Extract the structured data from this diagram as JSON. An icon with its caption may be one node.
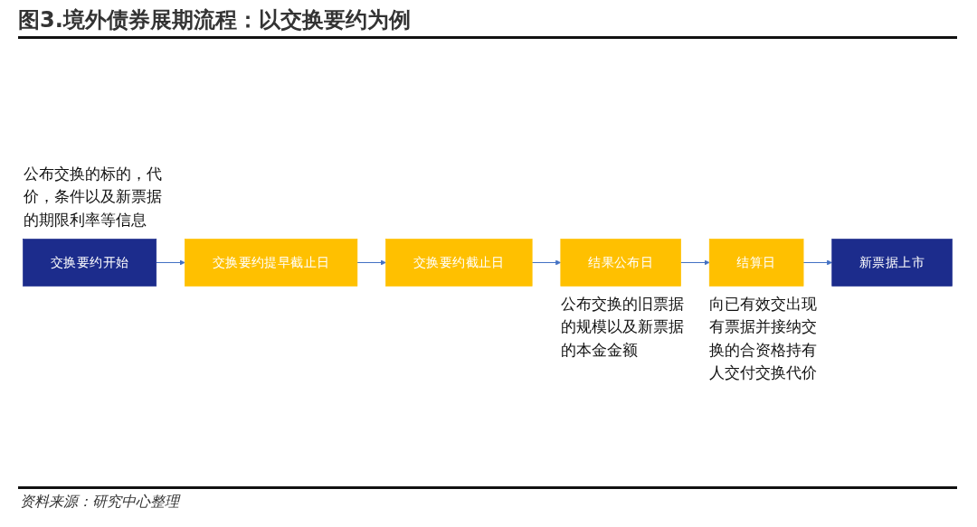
{
  "diagram": {
    "title": "图3.境外债券展期流程：以交换要约为例",
    "caption": "资料来源：研究中心整理",
    "nodes": [
      {
        "text": [
          "交换要约开始"
        ],
        "beside": [
          "公布交换的标的，代价，条件以及新票据的期限利率等信息"
        ]
      },
      {
        "text": [
          "交换要约提早截止日"
        ]
      },
      {
        "text": [
          "交换要约截止日"
        ]
      },
      {
        "text": [
          "新票据上市"
        ]
      },
      {
        "text": [
          "结算日"
        ],
        "beside": [
          "向已有效交出现有票据并接纳交换的合资格持有人交付交换代价"
        ]
      },
      {
        "text": [
          "结果公布日"
        ],
        "beside": [
          "公布交换的旧票据的规模以及新票据的本金金额"
        ]
      }
    ],
    "edges": [
      {
        "from": 0,
        "to": 1,
        "arrow": "to"
      },
      {
        "from": 1,
        "to": 2,
        "arrow": "to"
      },
      {
        "from": 2,
        "to": 5,
        "arrow": "to"
      },
      {
        "from": 5,
        "to": 4,
        "arrow": "to"
      },
      {
        "from": 4,
        "to": 3,
        "arrow": "to"
      }
    ]
  }
}
